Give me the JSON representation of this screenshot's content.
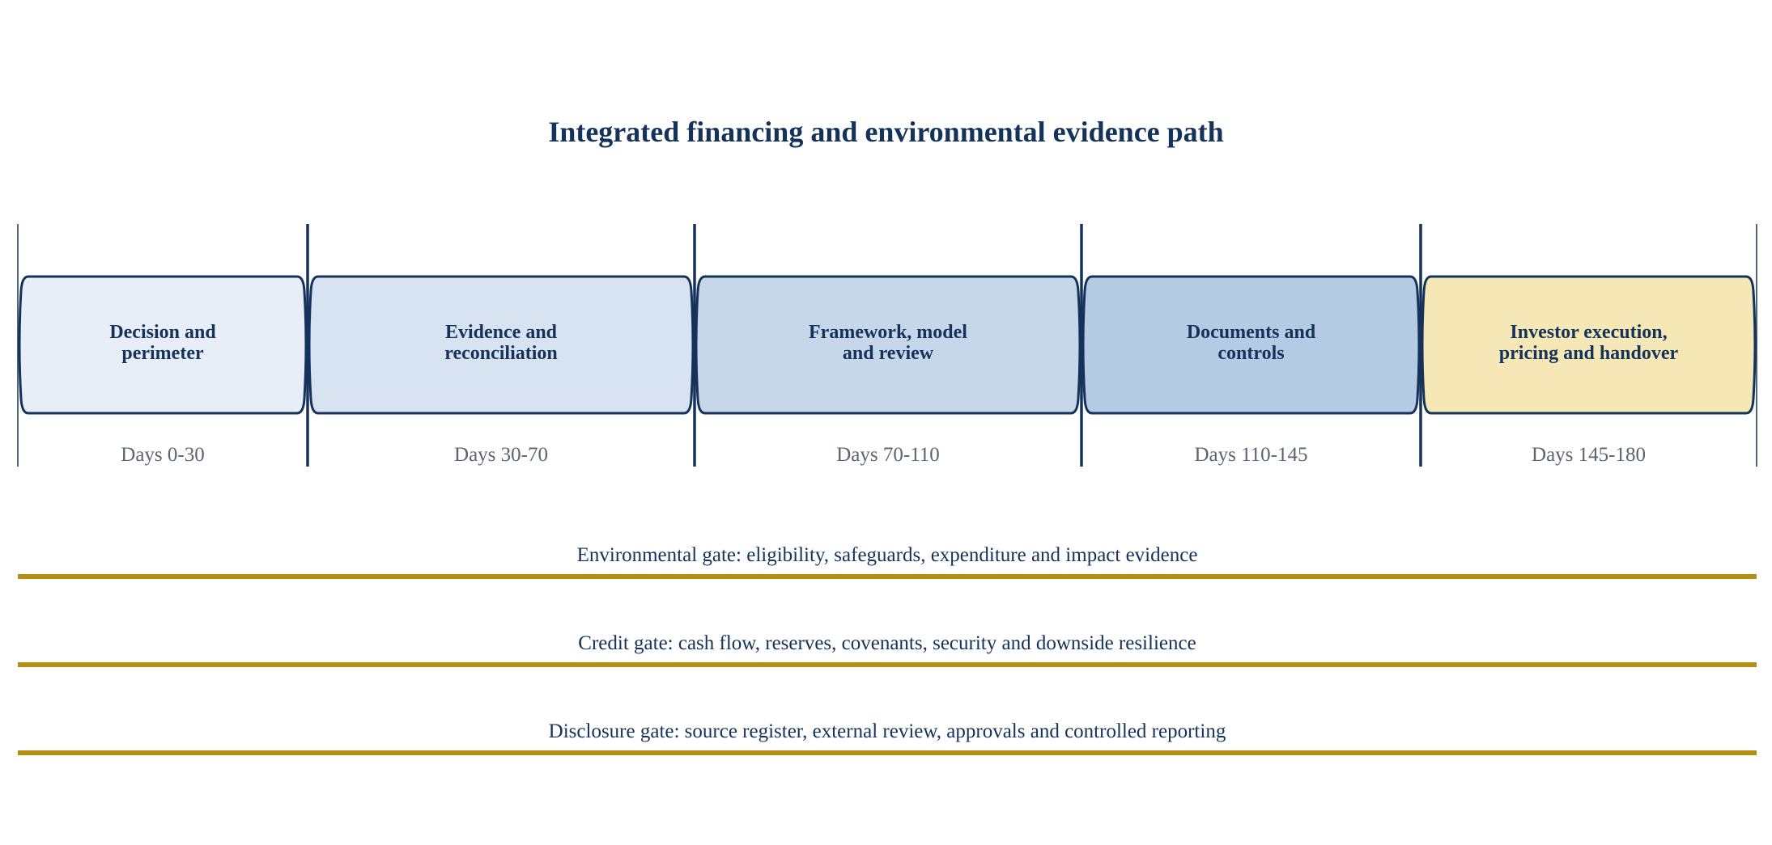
{
  "title": "Integrated financing and environmental evidence path",
  "colors": {
    "navy": "#15335a",
    "gold": "#b38f14",
    "muted_text": "#5a6472"
  },
  "stages": [
    {
      "lines": [
        "Decision and",
        "perimeter"
      ],
      "days": "Days 0-30",
      "fill": "#e8eef7"
    },
    {
      "lines": [
        "Evidence and",
        "reconciliation"
      ],
      "days": "Days 30-70",
      "fill": "#d8e3f1"
    },
    {
      "lines": [
        "Framework, model",
        "and review"
      ],
      "days": "Days 70-110",
      "fill": "#c6d7ea"
    },
    {
      "lines": [
        "Documents and",
        "controls"
      ],
      "days": "Days 110-145",
      "fill": "#b5cbe3"
    },
    {
      "lines": [
        "Investor execution,",
        "pricing and handover"
      ],
      "days": "Days 145-180",
      "fill": "#f5e7b6"
    }
  ],
  "gates": [
    {
      "label": "Environmental gate: eligibility, safeguards, expenditure and impact evidence"
    },
    {
      "label": "Credit gate: cash flow, reserves, covenants, security and downside resilience"
    },
    {
      "label": "Disclosure gate: source register, external review, approvals and controlled reporting"
    }
  ]
}
